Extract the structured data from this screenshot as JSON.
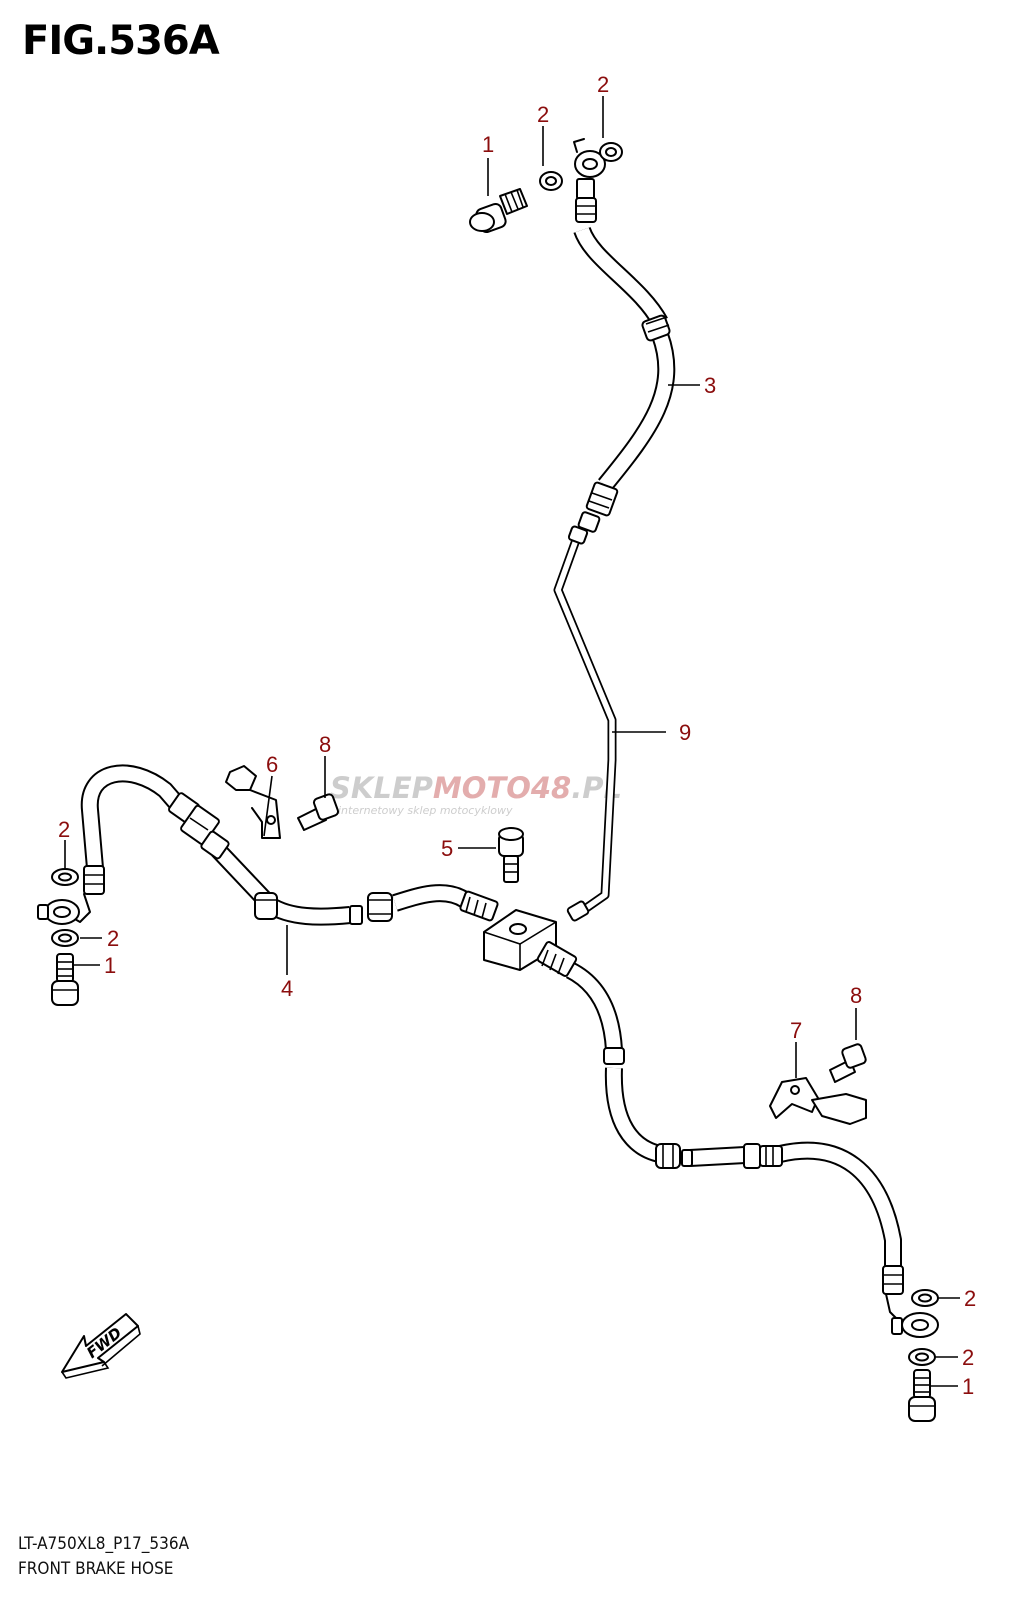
{
  "figure": {
    "title": "FIG.536A",
    "code": "LT-A750XL8_P17_536A",
    "caption": "FRONT BRAKE HOSE"
  },
  "watermark": {
    "brand_left": "SKLEP",
    "brand_mid": "MOTO",
    "brand_num": "48",
    "brand_tld": ".PL",
    "tagline": "internetowy sklep motocyklowy"
  },
  "fwd_label": "FWD",
  "callouts": {
    "c1_top": "1",
    "c2_top_a": "2",
    "c2_top_b": "2",
    "c3": "3",
    "c9": "9",
    "c8_left": "8",
    "c6": "6",
    "c2_left_a": "2",
    "c2_left_b": "2",
    "c1_left": "1",
    "c4": "4",
    "c5": "5",
    "c8_right": "8",
    "c7": "7",
    "c2_right_a": "2",
    "c2_right_b": "2",
    "c1_right": "1"
  },
  "colors": {
    "callout": "#8b0d0d",
    "line": "#000000",
    "watermark_red": "#e0a5a5",
    "watermark_gray": "#c8c8c8"
  }
}
